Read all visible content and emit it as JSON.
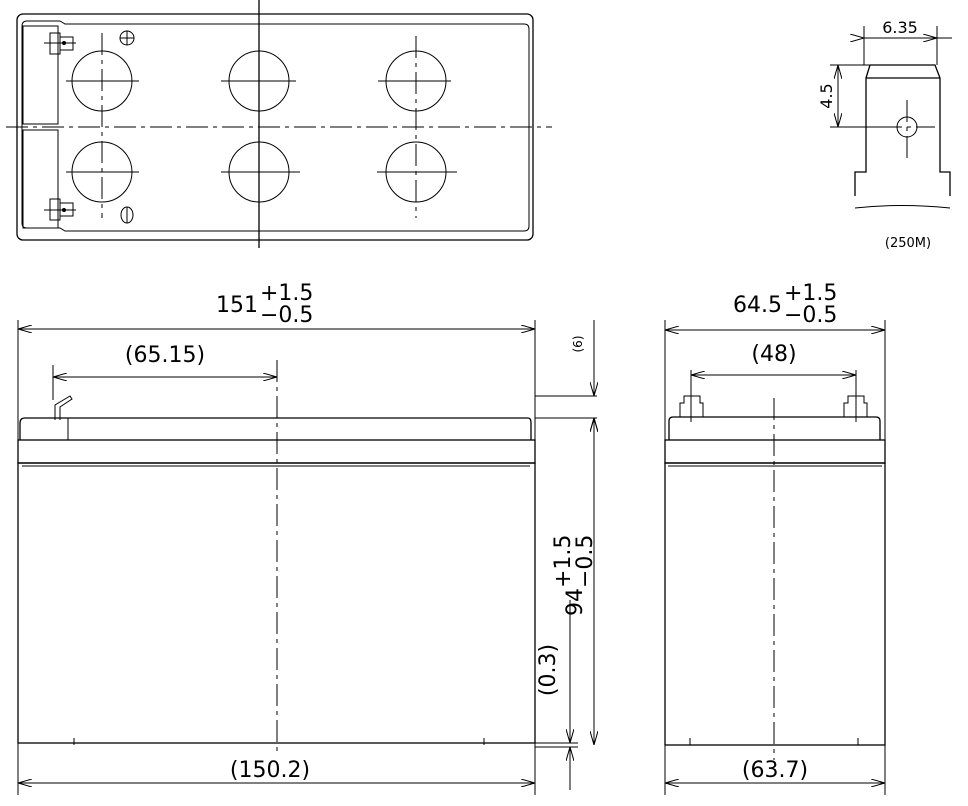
{
  "title_view": {
    "terminal_detail_label": "(250M)"
  },
  "detail_dims": {
    "width": "6.35",
    "height": "4.5"
  },
  "front_view": {
    "length": "151",
    "length_tol_plus": "+1.5",
    "length_tol_minus": "−0.5",
    "terminal_offset": "(65.15)",
    "terminal_height": "(6)",
    "height": "94",
    "height_tol_plus": "+1.5",
    "height_tol_minus": "−0.5",
    "base_gap": "(0.3)",
    "base_length": "(150.2)"
  },
  "side_view": {
    "width": "64.5",
    "width_tol_plus": "+1.5",
    "width_tol_minus": "−0.5",
    "terminal_spacing": "(48)",
    "base_width": "(63.7)"
  }
}
